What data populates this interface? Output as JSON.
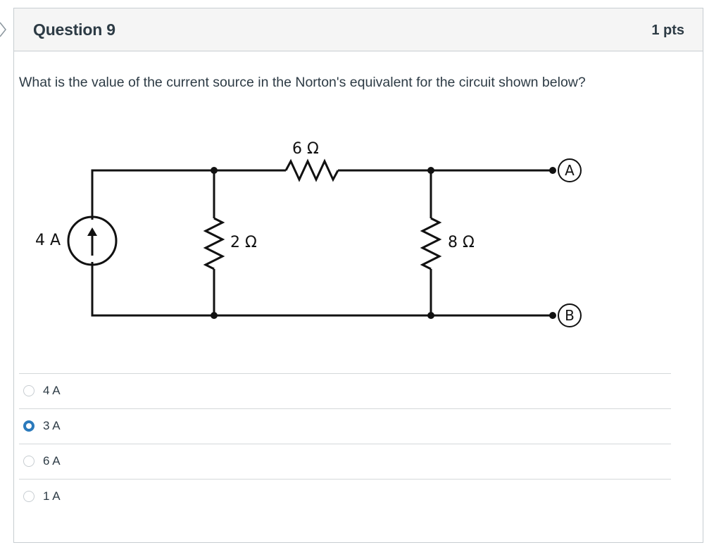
{
  "question": {
    "title": "Question 9",
    "points": "1 pts",
    "text": "What is the value of the current source in the Norton's equivalent for the circuit shown below?"
  },
  "circuit": {
    "source_label": "4 A",
    "r_top_label": "6 Ω",
    "r_left_label": "2 Ω",
    "r_right_label": "8 Ω",
    "terminal_a": "A",
    "terminal_b": "B"
  },
  "answers": [
    {
      "label": "4 A",
      "selected": false
    },
    {
      "label": "3 A",
      "selected": true
    },
    {
      "label": "6 A",
      "selected": false
    },
    {
      "label": "1 A",
      "selected": false
    }
  ],
  "colors": {
    "accent": "#2b7abc",
    "border": "#c7cdd1",
    "header_bg": "#f5f5f5"
  }
}
